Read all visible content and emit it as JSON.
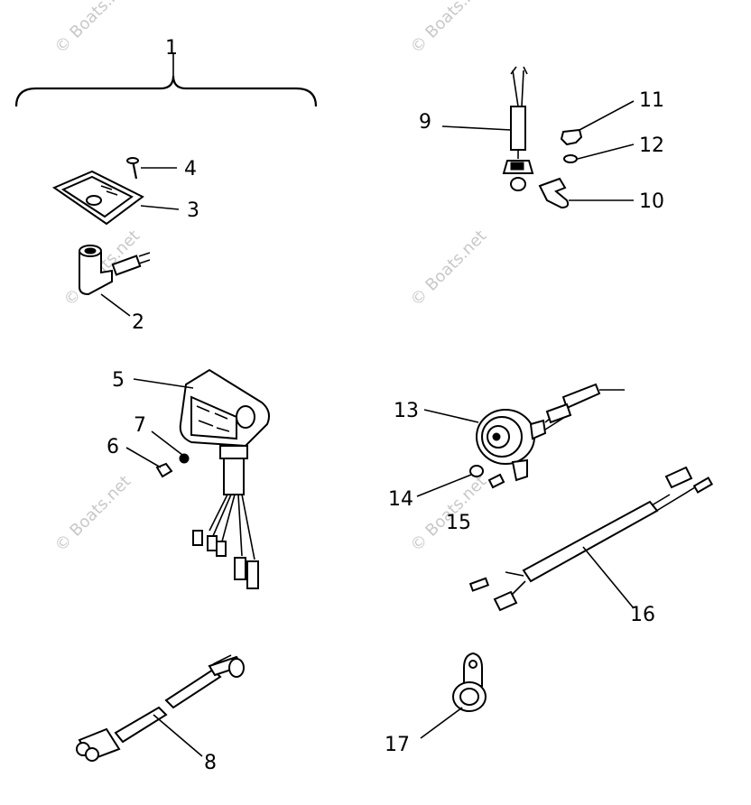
{
  "callouts": [
    "1",
    "2",
    "3",
    "4",
    "5",
    "6",
    "7",
    "8",
    "9",
    "10",
    "11",
    "12",
    "13",
    "14",
    "15",
    "16",
    "17"
  ],
  "watermark": "© Boats.net"
}
